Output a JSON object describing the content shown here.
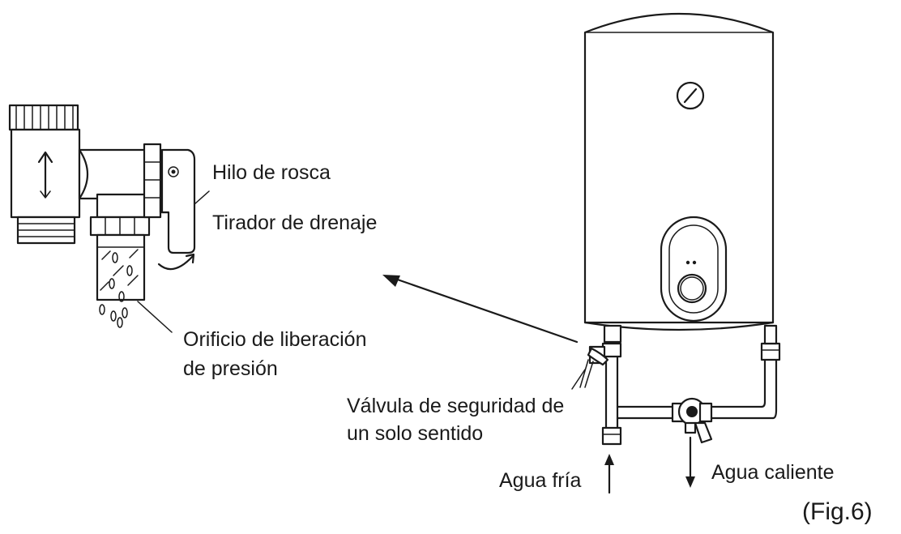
{
  "labels": {
    "thread": "Hilo de rosca",
    "drain_handle": "Tirador de drenaje",
    "pressure_release_line1": "Orificio de liberación",
    "pressure_release_line2": "de presión",
    "safety_valve_line1": "Válvula de seguridad de",
    "safety_valve_line2": "un solo sentido",
    "cold_water": "Agua fría",
    "hot_water": "Agua caliente",
    "figure": "(Fig.6)"
  },
  "icons": {
    "gauge": "gauge-icon",
    "control_knob": "knob-icon"
  },
  "colors": {
    "line": "#1a1a1a",
    "background": "#ffffff"
  }
}
